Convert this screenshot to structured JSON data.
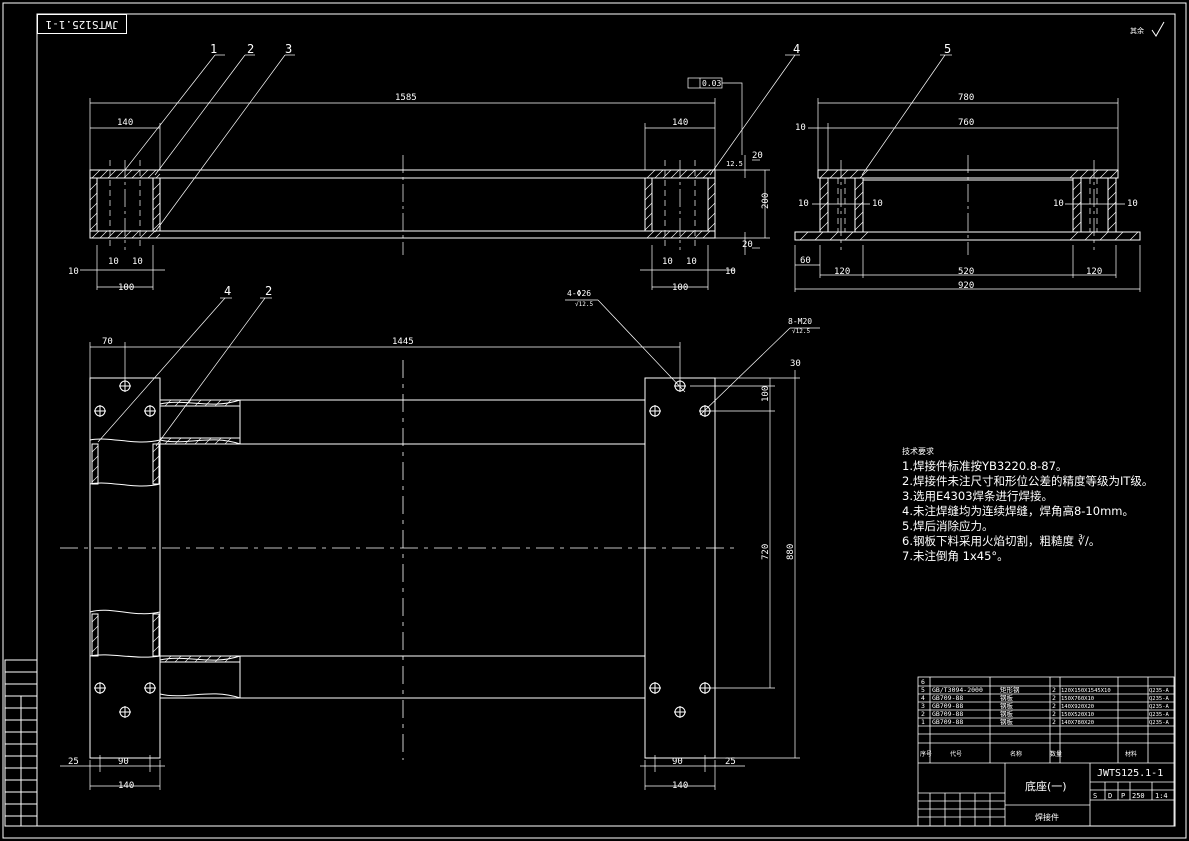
{
  "drawing_number_stamp": "JWTS125.1-1",
  "roughness_note": "其余",
  "front_view": {
    "overall_length": "1585",
    "left_width": "140",
    "right_width": "140",
    "height": "200",
    "top_thickness": "20",
    "bottom_thickness": "20",
    "weld_size": "12.5",
    "flatness_tolerance": "0.03",
    "left_bottom_dims": [
      "10",
      "10",
      "10",
      "100"
    ],
    "right_bottom_dims": [
      "10",
      "10",
      "10",
      "100"
    ],
    "balloons": [
      "1",
      "2",
      "3",
      "4"
    ]
  },
  "side_view": {
    "top_length": "780",
    "inner_length": "760",
    "edge_offset": "10",
    "web_dims": [
      "10",
      "10",
      "10",
      "10"
    ],
    "base_dims": [
      "60",
      "120",
      "520",
      "120"
    ],
    "overall_length": "920",
    "balloon": "5"
  },
  "plan_view": {
    "left_offset": "70",
    "hole_spacing": "1445",
    "hole_note": "4-Φ26",
    "hole_note_sub": "√12.5",
    "thread_note": "8-M20",
    "thread_note_sub": "√12.5",
    "edge_dim": "30",
    "vertical_dims": [
      "100",
      "720",
      "880"
    ],
    "bottom_dims": [
      "25",
      "90",
      "140",
      "90",
      "25",
      "140"
    ],
    "balloons": [
      "4",
      "2"
    ]
  },
  "technical_requirements": {
    "title": "技术要求",
    "items": [
      "1.焊接件标准按YB3220.8-87。",
      "2.焊接件未注尺寸和形位公差的精度等级为IT级。",
      "3.选用E4303焊条进行焊接。",
      "4.未注焊缝均为连续焊缝，焊角高8-10mm。",
      "5.焊后消除应力。",
      "6.钢板下料采用火焰切割，粗糙度 ∛/。",
      "7.未注倒角 1x45°。"
    ]
  },
  "parts_list": {
    "rows": [
      {
        "no": "6",
        "code": "",
        "name": "",
        "qty": "",
        "spec": "",
        "material": ""
      },
      {
        "no": "5",
        "code": "GB/T3094-2000",
        "name": "矩形钢",
        "qty": "2",
        "spec": "120X150X1545X10",
        "material": "Q235-A"
      },
      {
        "no": "4",
        "code": "GB709-88",
        "name": "钢板",
        "qty": "2",
        "spec": "150X760X10",
        "material": "Q235-A"
      },
      {
        "no": "3",
        "code": "GB709-88",
        "name": "钢板",
        "qty": "2",
        "spec": "140X920X20",
        "material": "Q235-A"
      },
      {
        "no": "2",
        "code": "GB709-88",
        "name": "钢板",
        "qty": "2",
        "spec": "150X520X10",
        "material": "Q235-A"
      },
      {
        "no": "1",
        "code": "GB709-88",
        "name": "钢板",
        "qty": "2",
        "spec": "140X780X20",
        "material": "Q235-A"
      }
    ],
    "header": [
      "序号",
      "代号",
      "名称",
      "数量",
      "材料"
    ]
  },
  "title_block": {
    "drawing_title": "底座(一)",
    "drawing_number": "JWTS125.1-1",
    "weight": "250",
    "scale": "1:4",
    "subtitle": "焊接件",
    "stage_marks": [
      "S",
      "D",
      "P"
    ]
  },
  "colors": {
    "background": "#000000",
    "lines": "#ffffff"
  }
}
